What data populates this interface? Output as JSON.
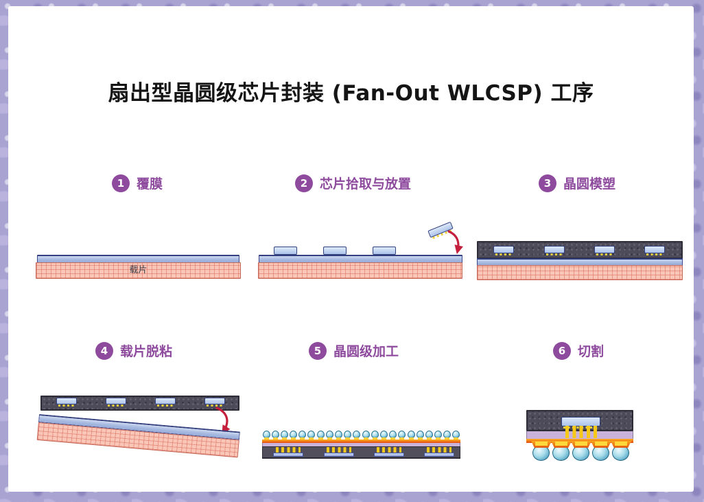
{
  "title": "扇出型晶圆级芯片封装 (Fan-Out WLCSP) 工序",
  "steps": [
    {
      "num": "1",
      "label": "覆膜"
    },
    {
      "num": "2",
      "label": "芯片拾取与放置"
    },
    {
      "num": "3",
      "label": "晶圆模塑"
    },
    {
      "num": "4",
      "label": "载片脱粘"
    },
    {
      "num": "5",
      "label": "晶圆级加工"
    },
    {
      "num": "6",
      "label": "切割"
    }
  ],
  "diagram_labels": {
    "carrier": "载片"
  },
  "colors": {
    "accent_purple": "#8e4b9e",
    "title_text": "#151515",
    "carrier_pink": "#f9c6b8",
    "film_blue": "#a9bce1",
    "mold_gray": "#4d4b59",
    "chip_blue": "#bcd0ee",
    "pad_yellow": "#f0d23f",
    "rdl_orange": "#f08a12",
    "ball_teal": "#a8dcea",
    "arrow_red": "#c41f3c",
    "border_lavender": "#a9a3d2"
  }
}
